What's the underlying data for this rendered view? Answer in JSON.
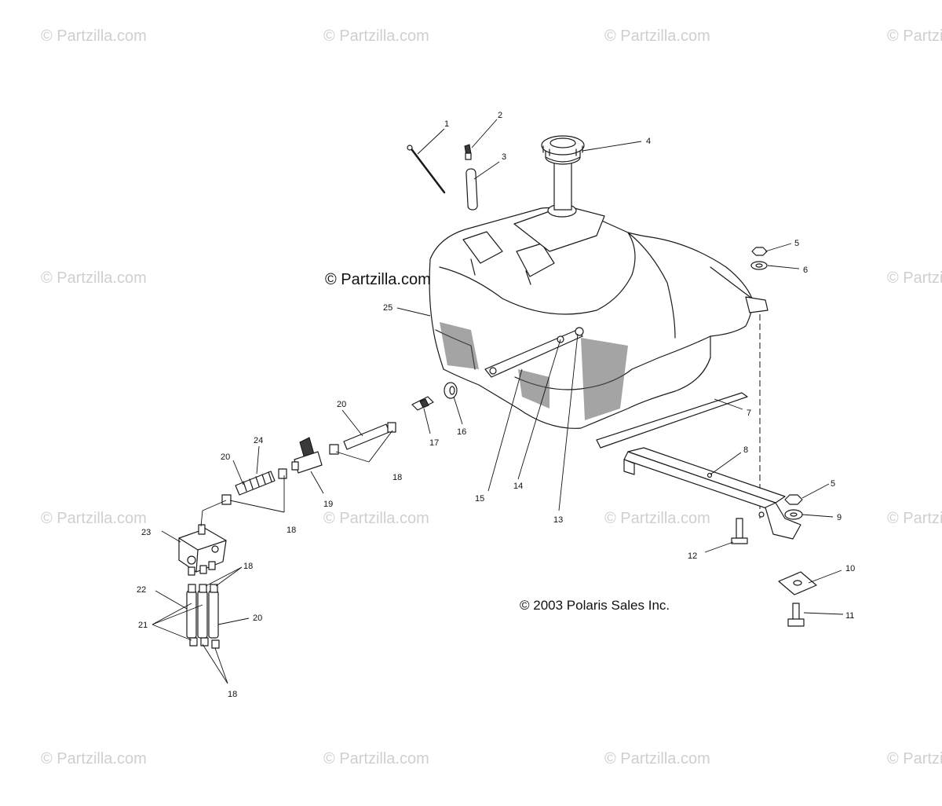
{
  "watermark": {
    "text": "© Partzilla.com"
  },
  "brand_text": "© Partzilla.com",
  "copyright": "© 2003 Polaris Sales Inc.",
  "callouts": [
    {
      "id": "c1",
      "text": "1"
    },
    {
      "id": "c2",
      "text": "2"
    },
    {
      "id": "c3",
      "text": "3"
    },
    {
      "id": "c4",
      "text": "4"
    },
    {
      "id": "c5a",
      "text": "5"
    },
    {
      "id": "c6",
      "text": "6"
    },
    {
      "id": "c7",
      "text": "7"
    },
    {
      "id": "c8",
      "text": "8"
    },
    {
      "id": "c5b",
      "text": "5"
    },
    {
      "id": "c9",
      "text": "9"
    },
    {
      "id": "c10",
      "text": "10"
    },
    {
      "id": "c11",
      "text": "11"
    },
    {
      "id": "c12",
      "text": "12"
    },
    {
      "id": "c13",
      "text": "13"
    },
    {
      "id": "c14",
      "text": "14"
    },
    {
      "id": "c15",
      "text": "15"
    },
    {
      "id": "c16",
      "text": "16"
    },
    {
      "id": "c17",
      "text": "17"
    },
    {
      "id": "c18a",
      "text": "18"
    },
    {
      "id": "c19",
      "text": "19"
    },
    {
      "id": "c20a",
      "text": "20"
    },
    {
      "id": "c20b",
      "text": "20"
    },
    {
      "id": "c24",
      "text": "24"
    },
    {
      "id": "c18b",
      "text": "18"
    },
    {
      "id": "c23",
      "text": "23"
    },
    {
      "id": "c18c",
      "text": "18"
    },
    {
      "id": "c22",
      "text": "22"
    },
    {
      "id": "c21",
      "text": "21"
    },
    {
      "id": "c20c",
      "text": "20"
    },
    {
      "id": "c18d",
      "text": "18"
    },
    {
      "id": "c25",
      "text": "25"
    }
  ]
}
